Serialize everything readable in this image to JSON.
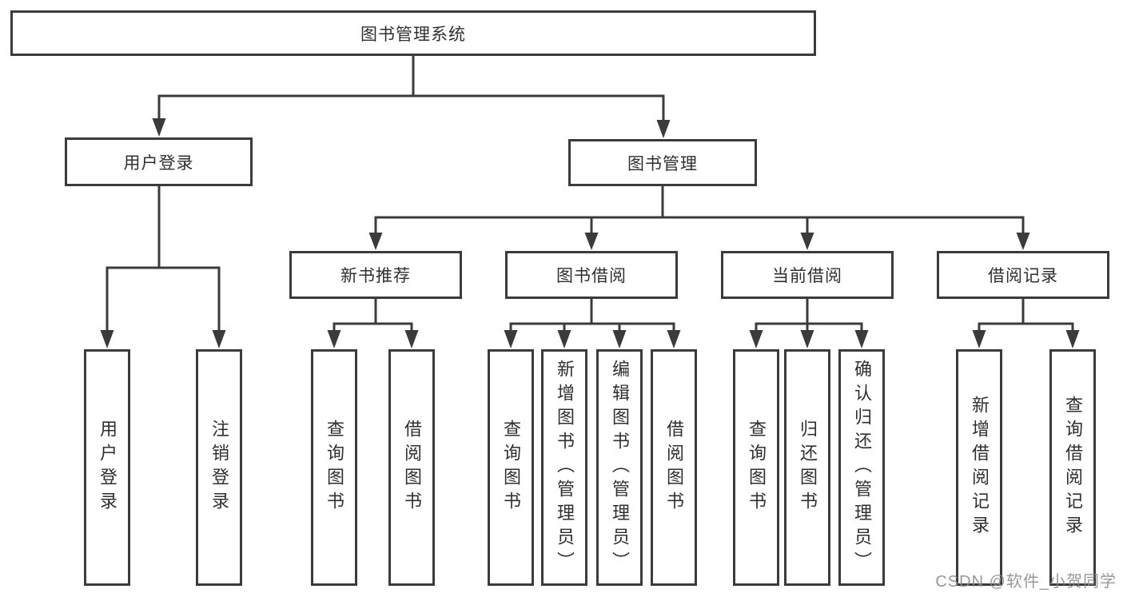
{
  "diagram": {
    "root": {
      "label": "图书管理系统"
    },
    "branches": [
      {
        "label": "用户登录",
        "children": [
          {
            "label": "用户登录"
          },
          {
            "label": "注销登录"
          }
        ]
      },
      {
        "label": "图书管理",
        "children": [
          {
            "label": "新书推荐",
            "children": [
              {
                "label": "查询图书"
              },
              {
                "label": "借阅图书"
              }
            ]
          },
          {
            "label": "图书借阅",
            "children": [
              {
                "label": "查询图书"
              },
              {
                "label": "新增图书（管理员）"
              },
              {
                "label": "编辑图书（管理员）"
              },
              {
                "label": "借阅图书"
              }
            ]
          },
          {
            "label": "当前借阅",
            "children": [
              {
                "label": "查询图书"
              },
              {
                "label": "归还图书"
              },
              {
                "label": "确认归还（管理员）"
              }
            ]
          },
          {
            "label": "借阅记录",
            "children": [
              {
                "label": "新增借阅记录"
              },
              {
                "label": "查询借阅记录"
              }
            ]
          }
        ]
      }
    ]
  },
  "watermark": {
    "text": "CSDN @软件_小贺同学"
  },
  "colors": {
    "line": "#3b3b3b",
    "text": "#2f2f2f",
    "watermark": "#8c8c92",
    "background": "#ffffff"
  }
}
